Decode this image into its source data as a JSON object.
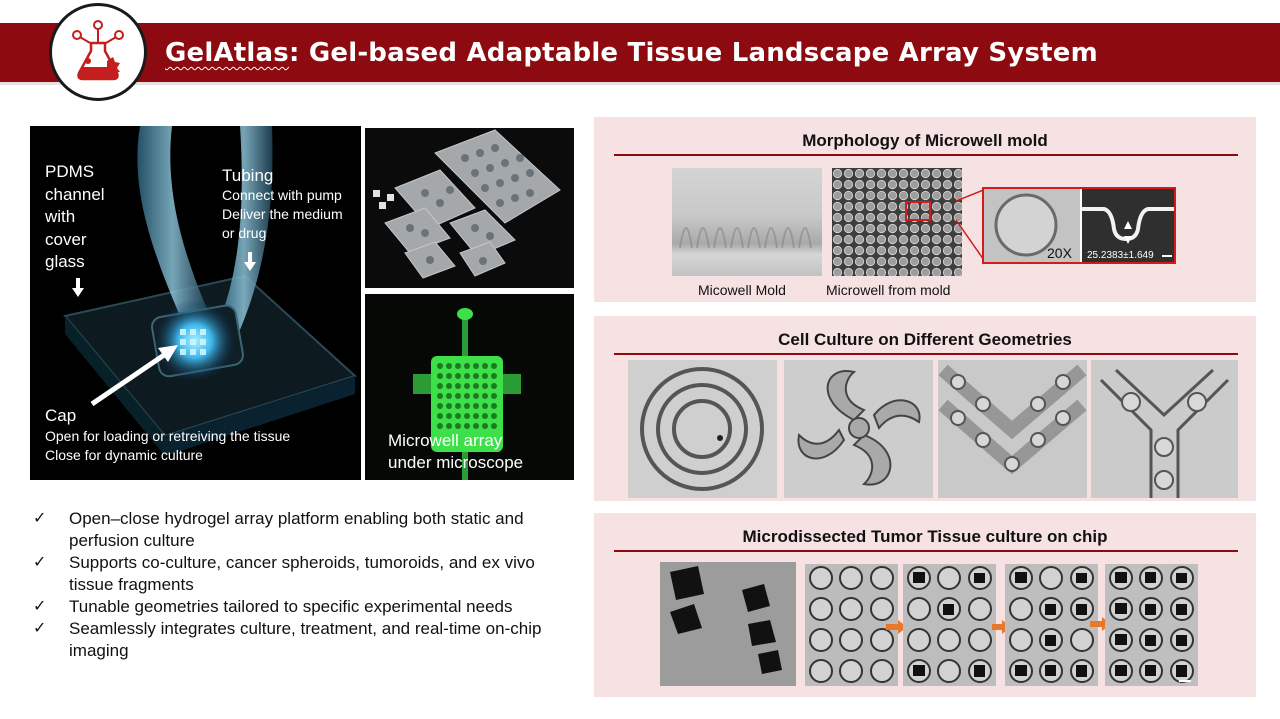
{
  "header": {
    "brand": "GelAtlas",
    "subtitle": ": Gel-based Adaptable Tissue Landscape Array System"
  },
  "device_photo": {
    "pdms_label": "PDMS\nchannel\nwith\ncover\nglass",
    "tubing_title": "Tubing",
    "tubing_lines": [
      "Connect with pump",
      "Deliver the medium",
      "or drug"
    ],
    "cap_title": "Cap",
    "cap_lines": [
      "Open for loading or retreiving the tissue",
      "Close for dynamic culture"
    ]
  },
  "microscope_photo": {
    "label_line1": "Microwell array",
    "label_line2": "under microscope"
  },
  "bullets": [
    "Open–close hydrogel array platform enabling both static and perfusion culture",
    "Supports co-culture, cancer spheroids, tumoroids, and ex vivo tissue fragments",
    "Tunable geometries tailored to specific experimental needs",
    "Seamlessly integrates culture, treatment, and real-time on-chip imaging"
  ],
  "check_mark": "✓",
  "panels": {
    "morphology": {
      "title": "Morphology of Microwell mold",
      "caption_left": "Micowell Mold",
      "caption_right": "Microwell from mold",
      "zoom_label": "20X",
      "measure_label": "25.2383±1.649"
    },
    "geometries": {
      "title": "Cell Culture on Different Geometries"
    },
    "tumor": {
      "title": "Microdissected Tumor Tissue culture on chip"
    }
  },
  "colors": {
    "banner": "#8c0a10",
    "panel_bg": "#f6e2e2",
    "rule": "#8c0a10",
    "flow_arrow": "#e8782c",
    "device_glow": "#5fd0ff",
    "microwell_green": "#3ee04a"
  }
}
